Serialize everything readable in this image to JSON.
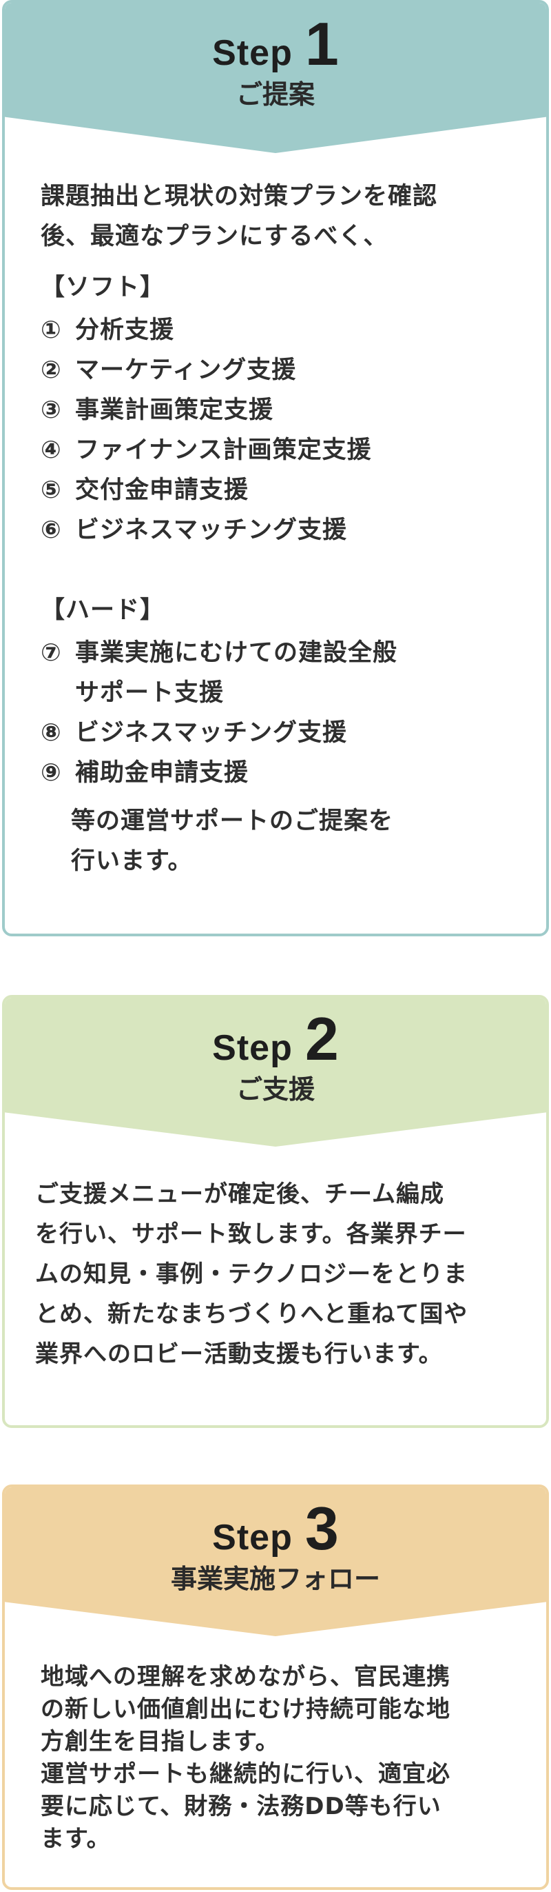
{
  "steps": [
    {
      "word": "Step",
      "number": "1",
      "subtitle": "ご提案",
      "intro_lines": [
        "課題抽出と現状の対策プランを確認",
        "後、最適なプランにするべく、"
      ],
      "soft_heading": "【ソフト】",
      "soft_items": [
        {
          "mark": "①",
          "text": "分析支援"
        },
        {
          "mark": "②",
          "text": "マーケティング支援"
        },
        {
          "mark": "③",
          "text": "事業計画策定支援"
        },
        {
          "mark": "④",
          "text": "ファイナンス計画策定支援"
        },
        {
          "mark": "⑤",
          "text": "交付金申請支援"
        },
        {
          "mark": "⑥",
          "text": "ビジネスマッチング支援"
        }
      ],
      "hard_heading": "【ハード】",
      "hard_items": [
        {
          "mark": "⑦",
          "text": "事業実施にむけての建設全般",
          "text2": "サポート支援"
        },
        {
          "mark": "⑧",
          "text": "ビジネスマッチング支援"
        },
        {
          "mark": "⑨",
          "text": "補助金申請支援"
        }
      ],
      "closing_lines": [
        "等の運営サポートのご提案を",
        "行います。"
      ]
    },
    {
      "word": "Step",
      "number": "2",
      "subtitle": "ご支援",
      "body_lines": [
        "ご支援メニューが確定後、チーム編成",
        "を行い、サポート致します。各業界チー",
        "ムの知見・事例・テクノロジーをとりま",
        "とめ、新たなまちづくりへと重ねて国や",
        "業界へのロビー活動支援も行います。"
      ]
    },
    {
      "word": "Step",
      "number": "3",
      "subtitle": "事業実施フォロー",
      "body_lines": [
        "地域への理解を求めながら、官民連携",
        "の新しい価値創出にむけ持続可能な地",
        "方創生を目指します。",
        "運営サポートも継続的に行い、適宜必",
        "要に応じて、財務・法務DD等も行い",
        "ます。"
      ]
    }
  ],
  "colors": {
    "step1": "#9fcbca",
    "step2": "#d8e6bf",
    "step3": "#f0d3a1"
  }
}
